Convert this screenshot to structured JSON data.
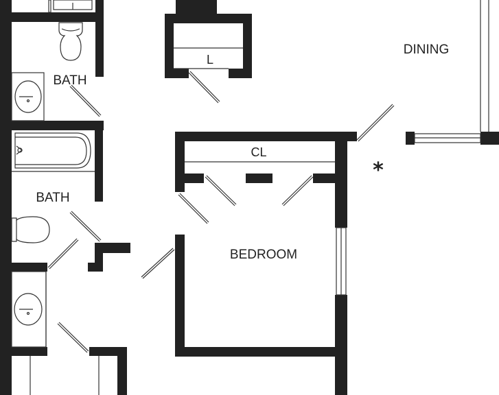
{
  "rooms": {
    "dining": "DINING",
    "bedroom": "BEDROOM",
    "bath_top": "BATH",
    "bath_bottom": "BATH",
    "closet": "CL",
    "linen": "L"
  },
  "marker": "*",
  "colors": {
    "wall": "#222222",
    "line": "#333333",
    "background": "#ffffff"
  }
}
